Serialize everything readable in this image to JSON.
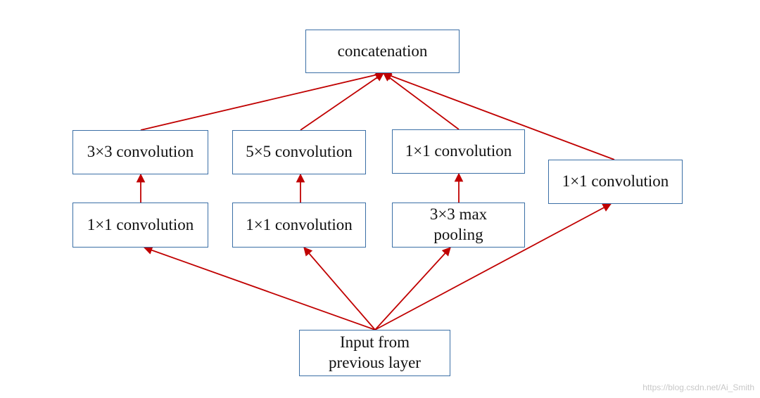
{
  "colors": {
    "arrow": "#c00000",
    "box_border": "#3b6fa6",
    "text": "#111111"
  },
  "nodes": {
    "concat": "concatenation",
    "b1_top": "3×3 convolution",
    "b2_top": "5×5 convolution",
    "b3_top": "1×1 convolution",
    "b4": "1×1 convolution",
    "b1_bottom": "1×1 convolution",
    "b2_bottom": "1×1 convolution",
    "b3_bottom": "3×3 max\npooling",
    "input": "Input from\nprevious layer"
  },
  "edges": [
    [
      "input",
      "b1_bottom"
    ],
    [
      "input",
      "b2_bottom"
    ],
    [
      "input",
      "b3_bottom"
    ],
    [
      "input",
      "b4"
    ],
    [
      "b1_bottom",
      "b1_top"
    ],
    [
      "b2_bottom",
      "b2_top"
    ],
    [
      "b3_bottom",
      "b3_top"
    ],
    [
      "b1_top",
      "concat"
    ],
    [
      "b2_top",
      "concat"
    ],
    [
      "b3_top",
      "concat"
    ],
    [
      "b4",
      "concat"
    ]
  ],
  "watermark": "https://blog.csdn.net/Ai_Smith"
}
